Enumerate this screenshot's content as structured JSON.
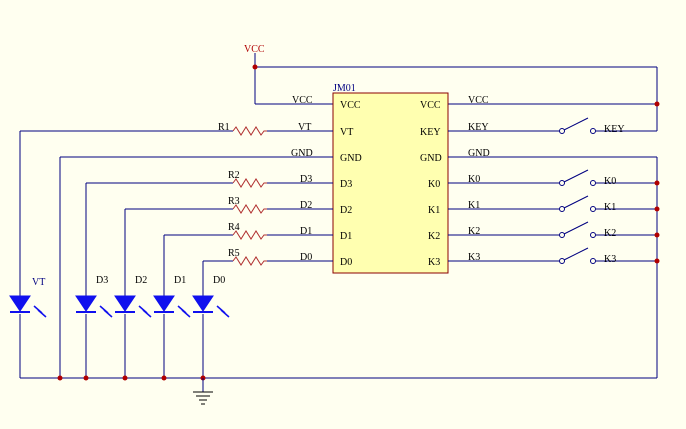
{
  "power": {
    "label": "VCC"
  },
  "chip": {
    "name": "JM01",
    "left_pins": [
      "VCC",
      "VT",
      "GND",
      "D3",
      "D2",
      "D1",
      "D0"
    ],
    "right_pins": [
      "VCC",
      "KEY",
      "GND",
      "K0",
      "K1",
      "K2",
      "K3"
    ]
  },
  "left_nets": [
    "VCC",
    "VT",
    "GND",
    "D3",
    "D2",
    "D1",
    "D0"
  ],
  "right_nets": [
    "VCC",
    "KEY",
    "GND",
    "K0",
    "K1",
    "K2",
    "K3"
  ],
  "resistors": [
    "R1",
    "R2",
    "R3",
    "R4",
    "R5"
  ],
  "leds": [
    "VT",
    "D3",
    "D2",
    "D1",
    "D0"
  ],
  "switches": [
    "KEY",
    "K0",
    "K1",
    "K2",
    "K3"
  ]
}
